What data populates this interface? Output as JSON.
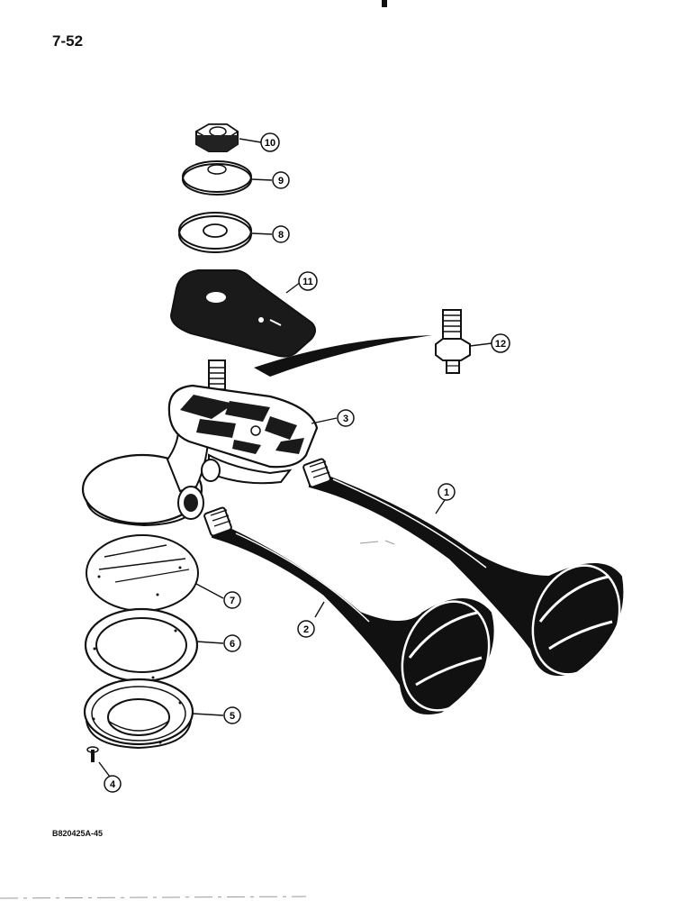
{
  "page": {
    "number": "7-52"
  },
  "figure": {
    "code": "B820425A-45"
  },
  "callouts": [
    {
      "id": "1",
      "part": "horn-trumpet-long"
    },
    {
      "id": "2",
      "part": "horn-trumpet-short"
    },
    {
      "id": "3",
      "part": "horn-body-valve-housing"
    },
    {
      "id": "4",
      "part": "screw"
    },
    {
      "id": "5",
      "part": "cover"
    },
    {
      "id": "6",
      "part": "gasket-ring"
    },
    {
      "id": "7",
      "part": "diaphragm"
    },
    {
      "id": "8",
      "part": "washer"
    },
    {
      "id": "9",
      "part": "washer"
    },
    {
      "id": "10",
      "part": "nut"
    },
    {
      "id": "11",
      "part": "mounting-plate"
    },
    {
      "id": "12",
      "part": "fitting"
    }
  ]
}
